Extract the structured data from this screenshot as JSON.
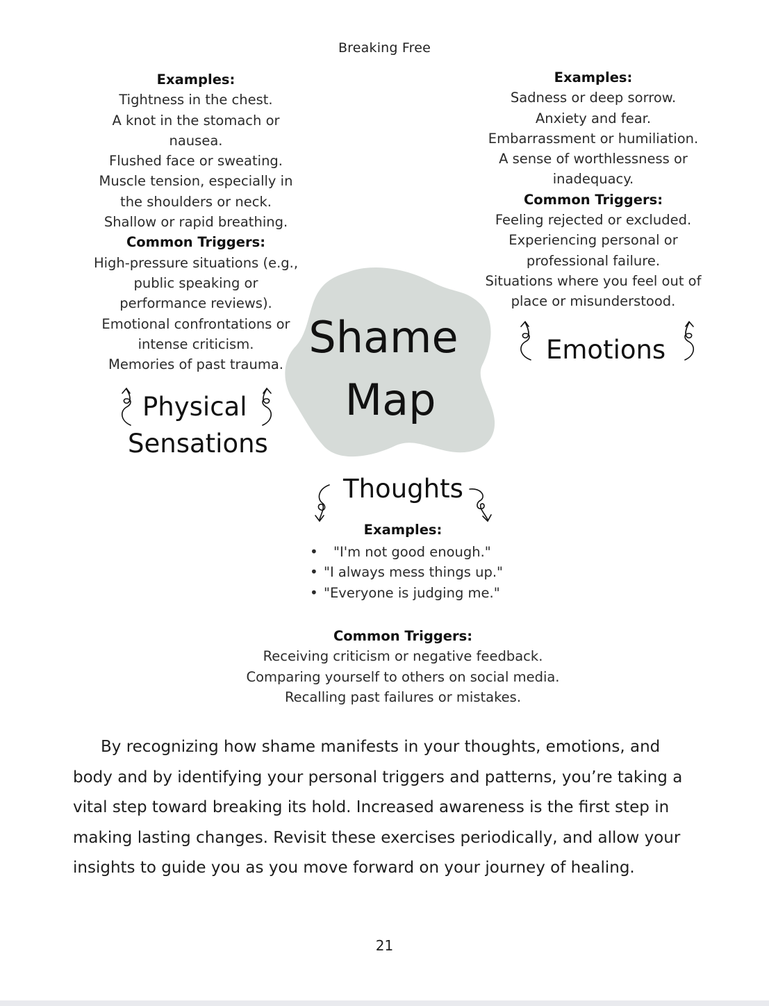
{
  "header": {
    "running_title": "Breaking Free"
  },
  "shame_map": {
    "title_line1": "Shame",
    "title_line2": "Map",
    "blob_color": "#d6dbd8"
  },
  "physical": {
    "label_line1": "Physical",
    "label_line2": "Sensations",
    "examples_heading": "Examples:",
    "examples_lines": [
      "Tightness in the chest.",
      "A knot in the stomach or",
      "nausea.",
      "Flushed face or sweating.",
      "Muscle tension, especially in",
      "the shoulders or neck.",
      "Shallow or rapid breathing."
    ],
    "triggers_heading": "Common Triggers:",
    "triggers_lines": [
      "High-pressure situations (e.g.,",
      "public speaking or",
      "performance reviews).",
      "Emotional confrontations or",
      "intense criticism.",
      "Memories of past trauma."
    ]
  },
  "emotions": {
    "label": "Emotions",
    "examples_heading": "Examples:",
    "examples_lines": [
      "Sadness or deep sorrow.",
      "Anxiety and fear.",
      "Embarrassment or humiliation.",
      "A sense of worthlessness or",
      "inadequacy."
    ],
    "triggers_heading": "Common Triggers:",
    "triggers_lines": [
      "Feeling rejected or excluded.",
      "Experiencing personal or",
      "professional failure.",
      "Situations where you feel out of",
      "place or misunderstood."
    ]
  },
  "thoughts": {
    "label": "Thoughts",
    "examples_heading": "Examples:",
    "examples": [
      "\"I'm not good enough.\"",
      "\"I always mess things up.\"",
      "\"Everyone is judging me.\""
    ],
    "triggers_heading": "Common Triggers:",
    "triggers_lines": [
      "Receiving criticism or negative feedback.",
      "Comparing yourself to others on social media.",
      "Recalling past failures or mistakes."
    ]
  },
  "body_paragraph": {
    "lines": [
      "By recognizing how shame manifests in your thoughts, emotions, and",
      "body and by identifying your personal triggers and patterns, you’re taking a",
      "vital step toward breaking its hold. Increased awareness is the first step in",
      "making lasting changes. Revisit these exercises periodically, and allow your",
      "insights to guide you as you move forward on your journey of healing."
    ]
  },
  "footer": {
    "page_number": "21"
  }
}
